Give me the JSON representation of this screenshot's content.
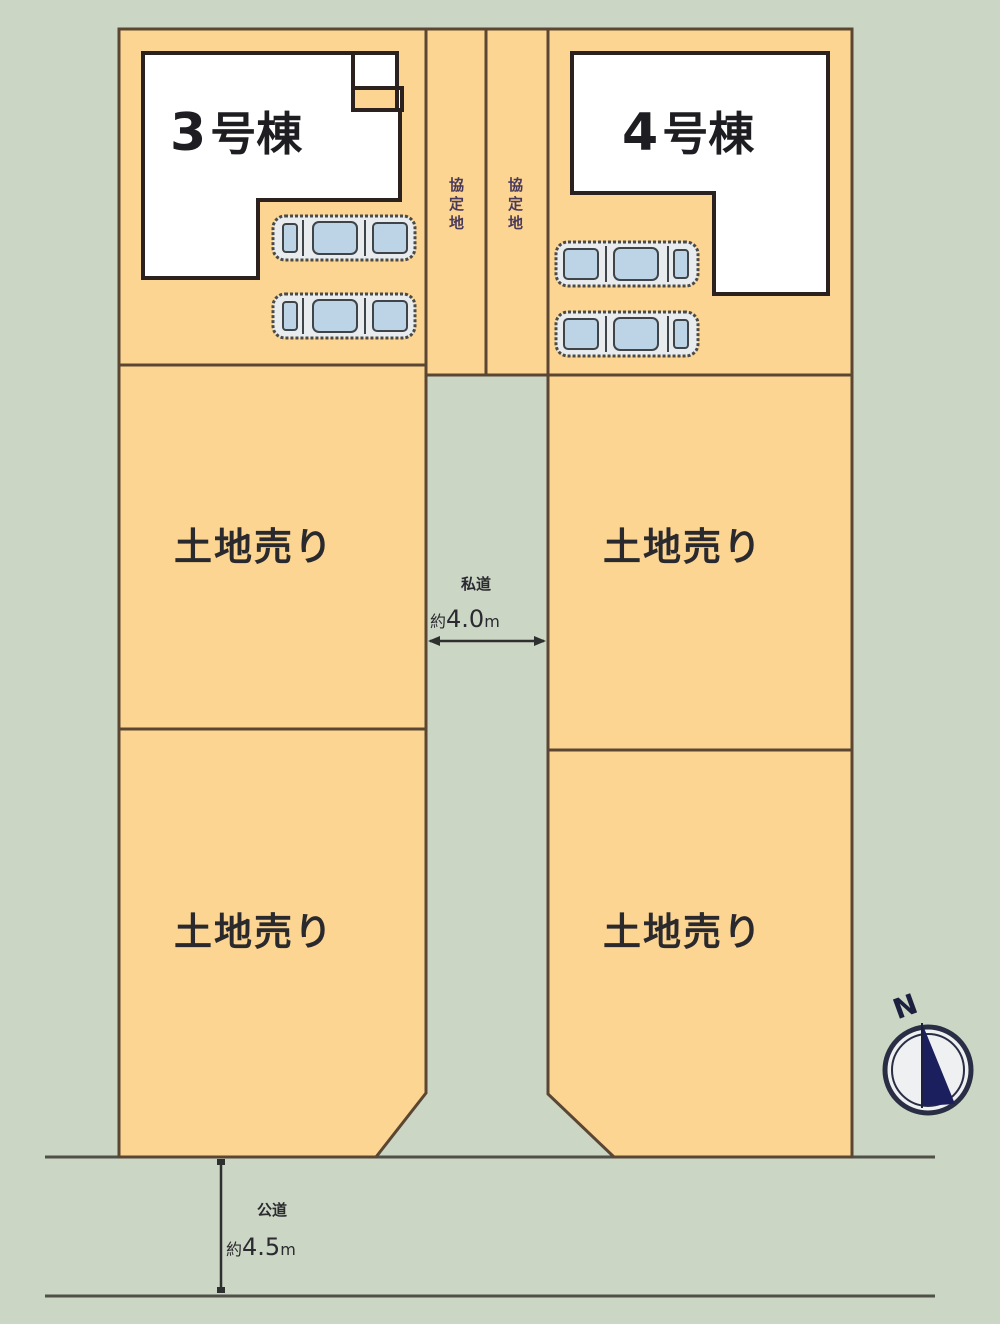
{
  "map": {
    "background_color": "#cbd6c4",
    "lot_color": "#fcd592",
    "building_color": "#ffffff",
    "outline_color": "#5a4632"
  },
  "buildings": [
    {
      "id": "building-3",
      "number": "3",
      "suffix": "号棟",
      "parking_spaces": 2
    },
    {
      "id": "building-4",
      "number": "4",
      "suffix": "号棟",
      "parking_spaces": 2
    }
  ],
  "easements": [
    {
      "label_chars": [
        "協",
        "定",
        "地"
      ]
    },
    {
      "label_chars": [
        "協",
        "定",
        "地"
      ]
    }
  ],
  "land_lots": [
    {
      "position": "left-upper",
      "label": "土地売り"
    },
    {
      "position": "right-upper",
      "label": "土地売り"
    },
    {
      "position": "left-lower",
      "label": "土地売り"
    },
    {
      "position": "right-lower",
      "label": "土地売り"
    }
  ],
  "private_road": {
    "name": "私道",
    "prefix": "約",
    "value": "4.0",
    "unit": "m"
  },
  "public_road": {
    "name": "公道",
    "prefix": "約",
    "value": "4.5",
    "unit": "m"
  },
  "compass": {
    "label": "N",
    "arrow_color": "#1c1f5e"
  }
}
